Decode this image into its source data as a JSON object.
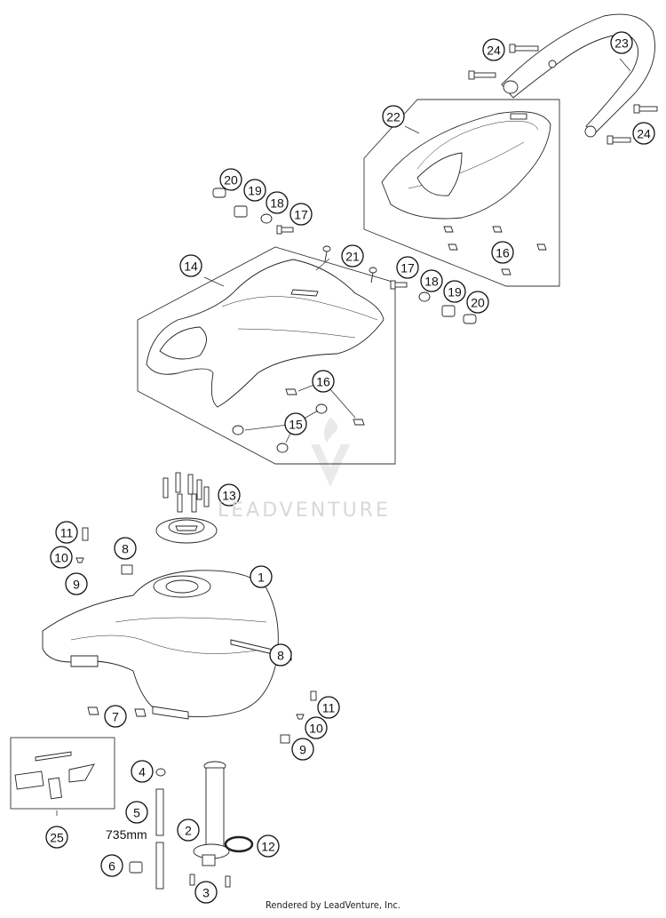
{
  "diagram": {
    "watermark": "LEADVENTURE",
    "footer": "Rendered by LeadVenture, Inc.",
    "length_label": "735mm",
    "callouts": [
      "1",
      "2",
      "3",
      "4",
      "5",
      "6",
      "7",
      "8",
      "8",
      "9",
      "9",
      "10",
      "10",
      "11",
      "11",
      "12",
      "13",
      "14",
      "15",
      "16",
      "16",
      "17",
      "17",
      "18",
      "18",
      "19",
      "19",
      "20",
      "20",
      "21",
      "22",
      "23",
      "24",
      "24",
      "25"
    ]
  }
}
